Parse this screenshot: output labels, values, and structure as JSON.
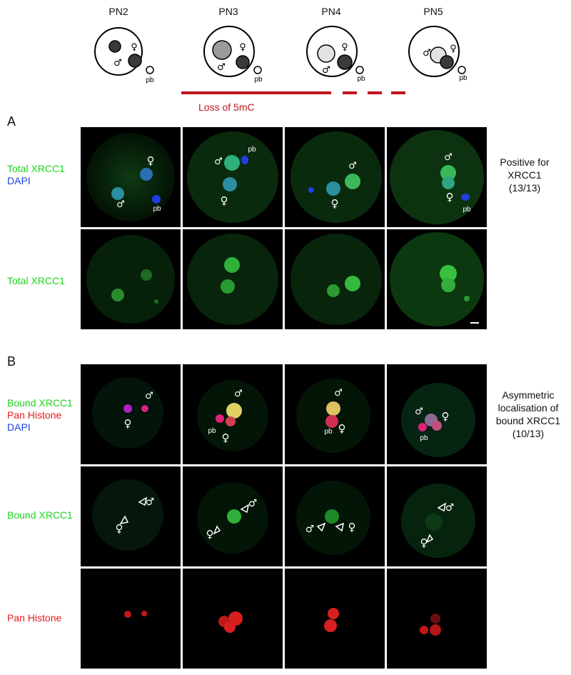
{
  "stages": [
    "PN2",
    "PN3",
    "PN4",
    "PN5"
  ],
  "schematic_labels": {
    "pb": "pb",
    "male": "♂",
    "female": "♀"
  },
  "loss_label": "Loss of 5mC",
  "panels": {
    "A": {
      "letter": "A",
      "rows": [
        {
          "label_lines": [
            "Total XRCC1",
            "DAPI"
          ],
          "label_colors": [
            "green",
            "blue"
          ]
        },
        {
          "label_lines": [
            "Total XRCC1"
          ],
          "label_colors": [
            "green"
          ]
        }
      ],
      "note_lines": [
        "Positive for",
        "XRCC1",
        "(13/13)"
      ]
    },
    "B": {
      "letter": "B",
      "rows": [
        {
          "label_lines": [
            "Bound XRCC1",
            "Pan Histone",
            "DAPI"
          ],
          "label_colors": [
            "green",
            "red",
            "blue"
          ]
        },
        {
          "label_lines": [
            "Bound XRCC1"
          ],
          "label_colors": [
            "green"
          ]
        },
        {
          "label_lines": [
            "Pan Histone"
          ],
          "label_colors": [
            "red"
          ]
        }
      ],
      "note_lines": [
        "Asymmetric",
        "localisation of",
        "bound XRCC1",
        "(10/13)"
      ]
    }
  },
  "micrograph_labels": {
    "pb": "pb",
    "male": "♂",
    "female": "♀"
  },
  "colors": {
    "xrcc1": "#1fd21f",
    "histone": "#e41b1b",
    "dapi": "#1f3fe0",
    "loss_bar": "#c0141c"
  }
}
